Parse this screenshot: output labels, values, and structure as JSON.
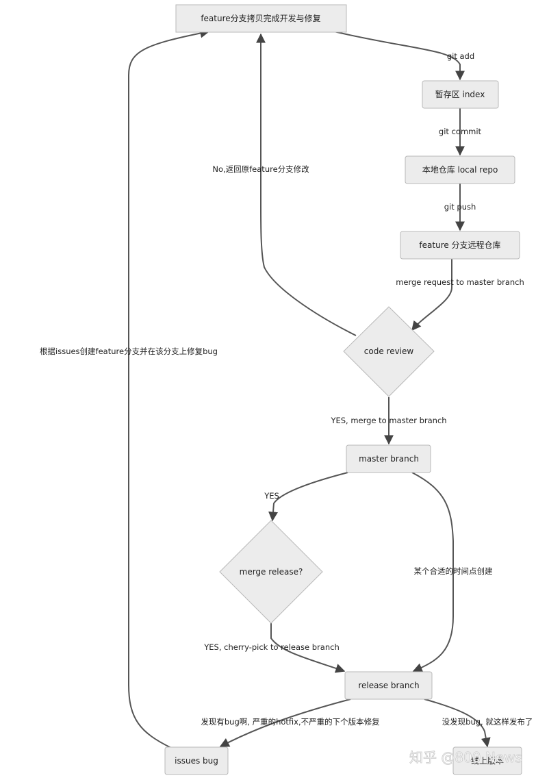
{
  "nodes": {
    "feature_done": "feature分支拷贝完成开发与修复",
    "staging": "暂存区 index",
    "local_repo": "本地仓库 local repo",
    "feature_remote": "feature 分支远程仓库",
    "code_review": "code review",
    "master": "master branch",
    "merge_release": "merge release?",
    "release": "release branch",
    "issues_bug": "issues bug",
    "online": "线上版本"
  },
  "edges": {
    "git_add": "git add",
    "git_commit": "git commit",
    "git_push": "git push",
    "merge_request": "merge request to master branch",
    "no_back": "No,返回原feature分支修改",
    "yes_merge": "YES, merge to master branch",
    "yes": "YES",
    "timed_create": "某个合适的时间点创建",
    "cherry_pick": "YES, cherry-pick to release branch",
    "found_bug": "发现有bug啊, 严重的hotfix,不严重的下个版本修复",
    "no_bug": "没发现bug, 就这样发布了",
    "issues_feature": "根据issues创建feature分支并在该分支上修复bug"
  },
  "watermark": "知乎 @800 News"
}
